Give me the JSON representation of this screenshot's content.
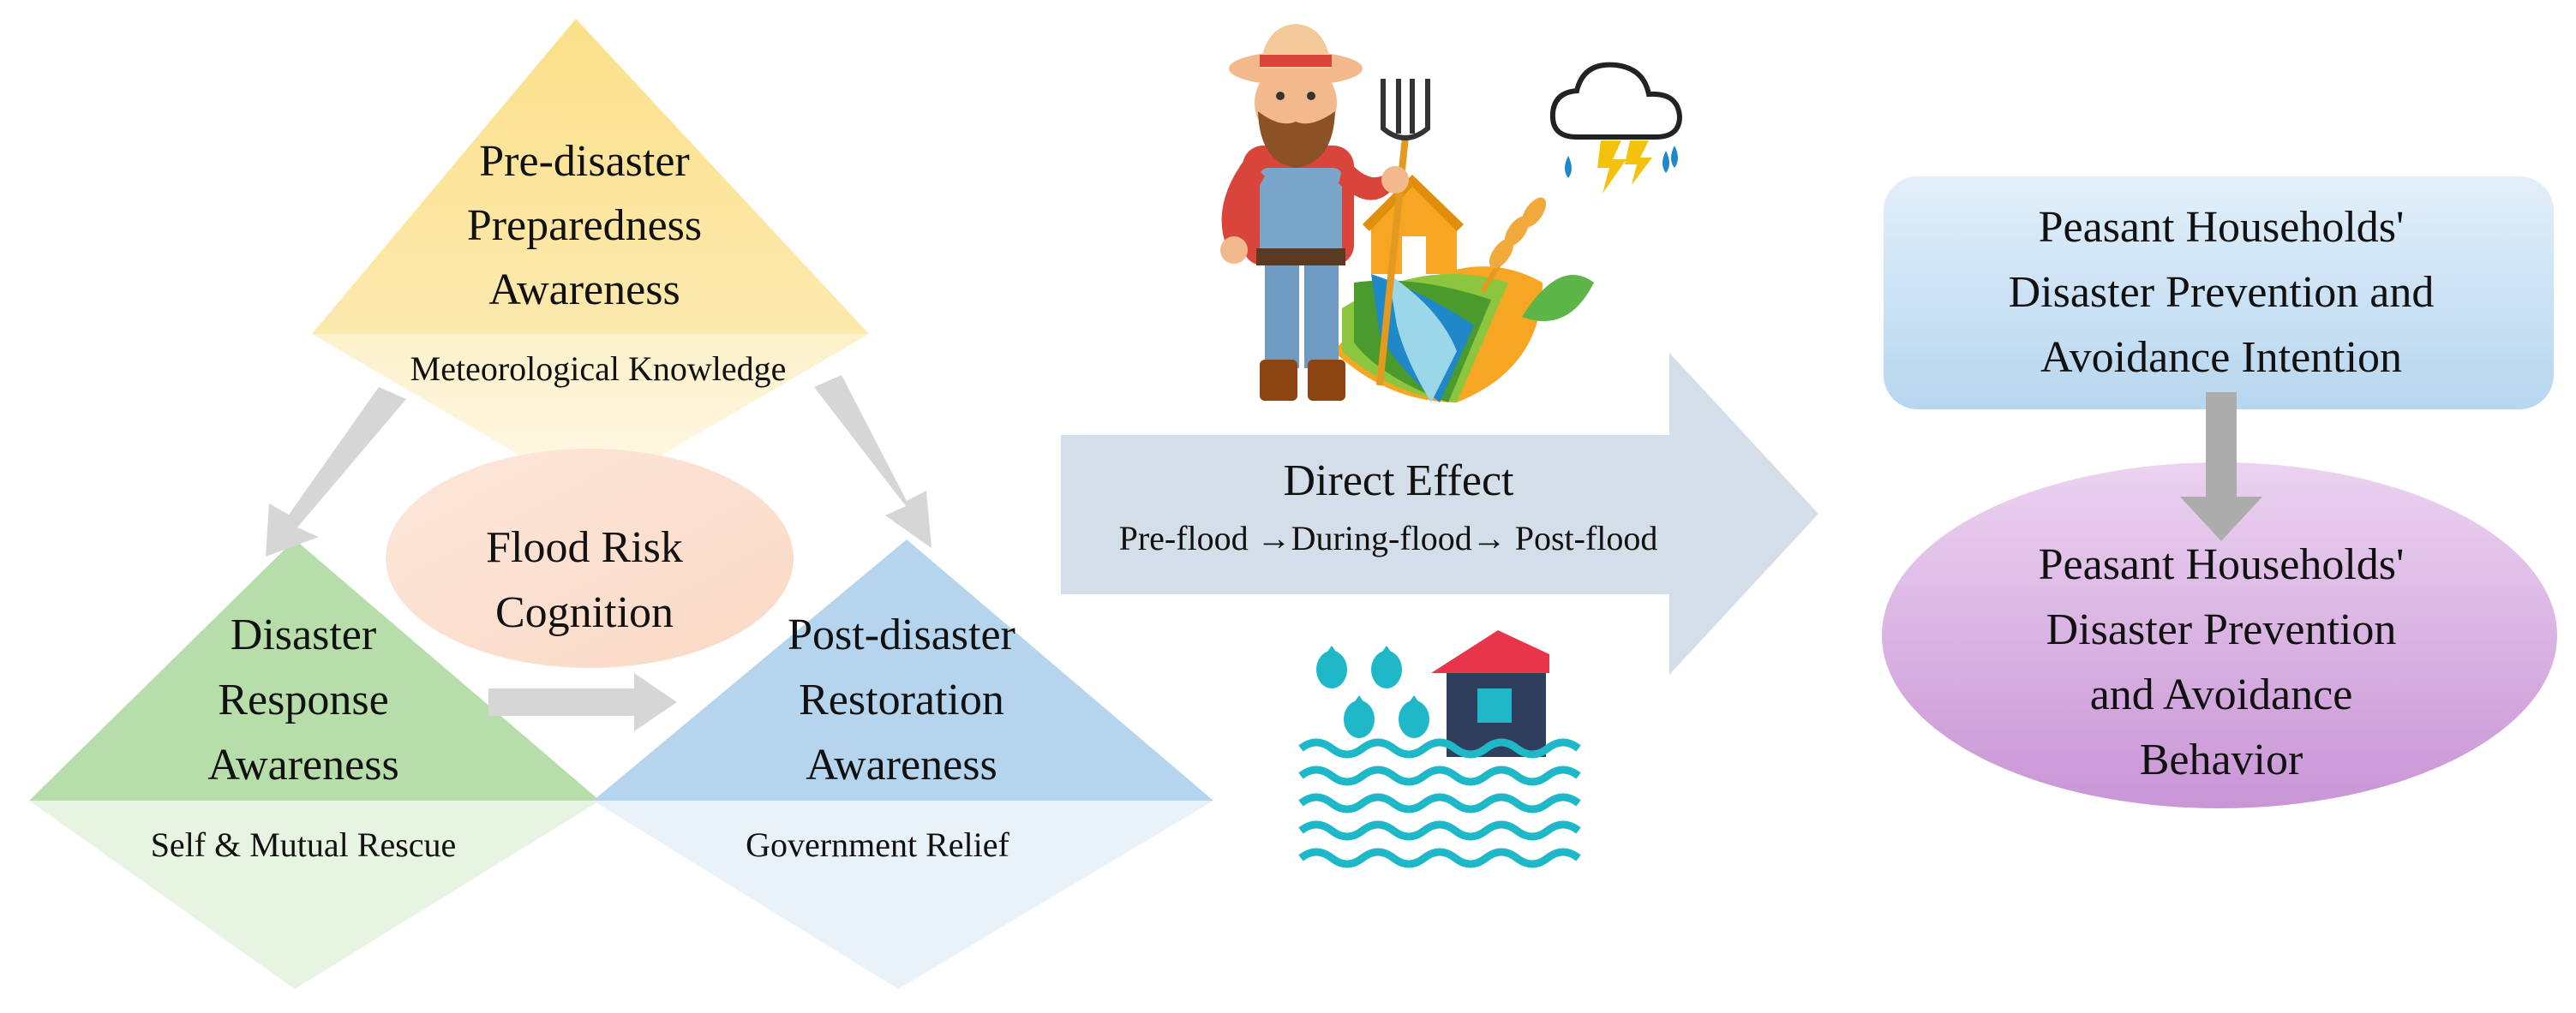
{
  "framework": {
    "pre_disaster": {
      "title_lines": [
        "Pre-disaster",
        "Preparedness",
        "Awareness"
      ],
      "sub": "Meteorological Knowledge",
      "color": "#FBE293"
    },
    "center": {
      "lines": [
        "Flood Risk",
        "Cognition"
      ],
      "color": "#FCE3D3"
    },
    "response": {
      "title_lines": [
        "Disaster",
        "Response",
        "Awareness"
      ],
      "sub": "Self & Mutual Rescue",
      "color": "#B5DDA8"
    },
    "restoration": {
      "title_lines": [
        "Post-disaster",
        "Restoration",
        "Awareness"
      ],
      "sub": "Government Relief",
      "color": "#B4D4EE"
    }
  },
  "direct_effect": {
    "title": "Direct Effect",
    "sequence": "Pre-flood →During-flood→ Post-flood",
    "color": "#D5DEE8"
  },
  "outcomes": {
    "intention_lines": [
      "Peasant Households'",
      "Disaster Prevention and",
      "Avoidance Intention"
    ],
    "behavior_lines": [
      "Peasant Households'",
      "Disaster Prevention",
      "and Avoidance",
      "Behavior"
    ],
    "intention_color": "#CFE4F4",
    "behavior_color": "#D9B3E2"
  },
  "icons": [
    "farmer-icon",
    "storm-cloud-icon",
    "flood-house-icon"
  ]
}
